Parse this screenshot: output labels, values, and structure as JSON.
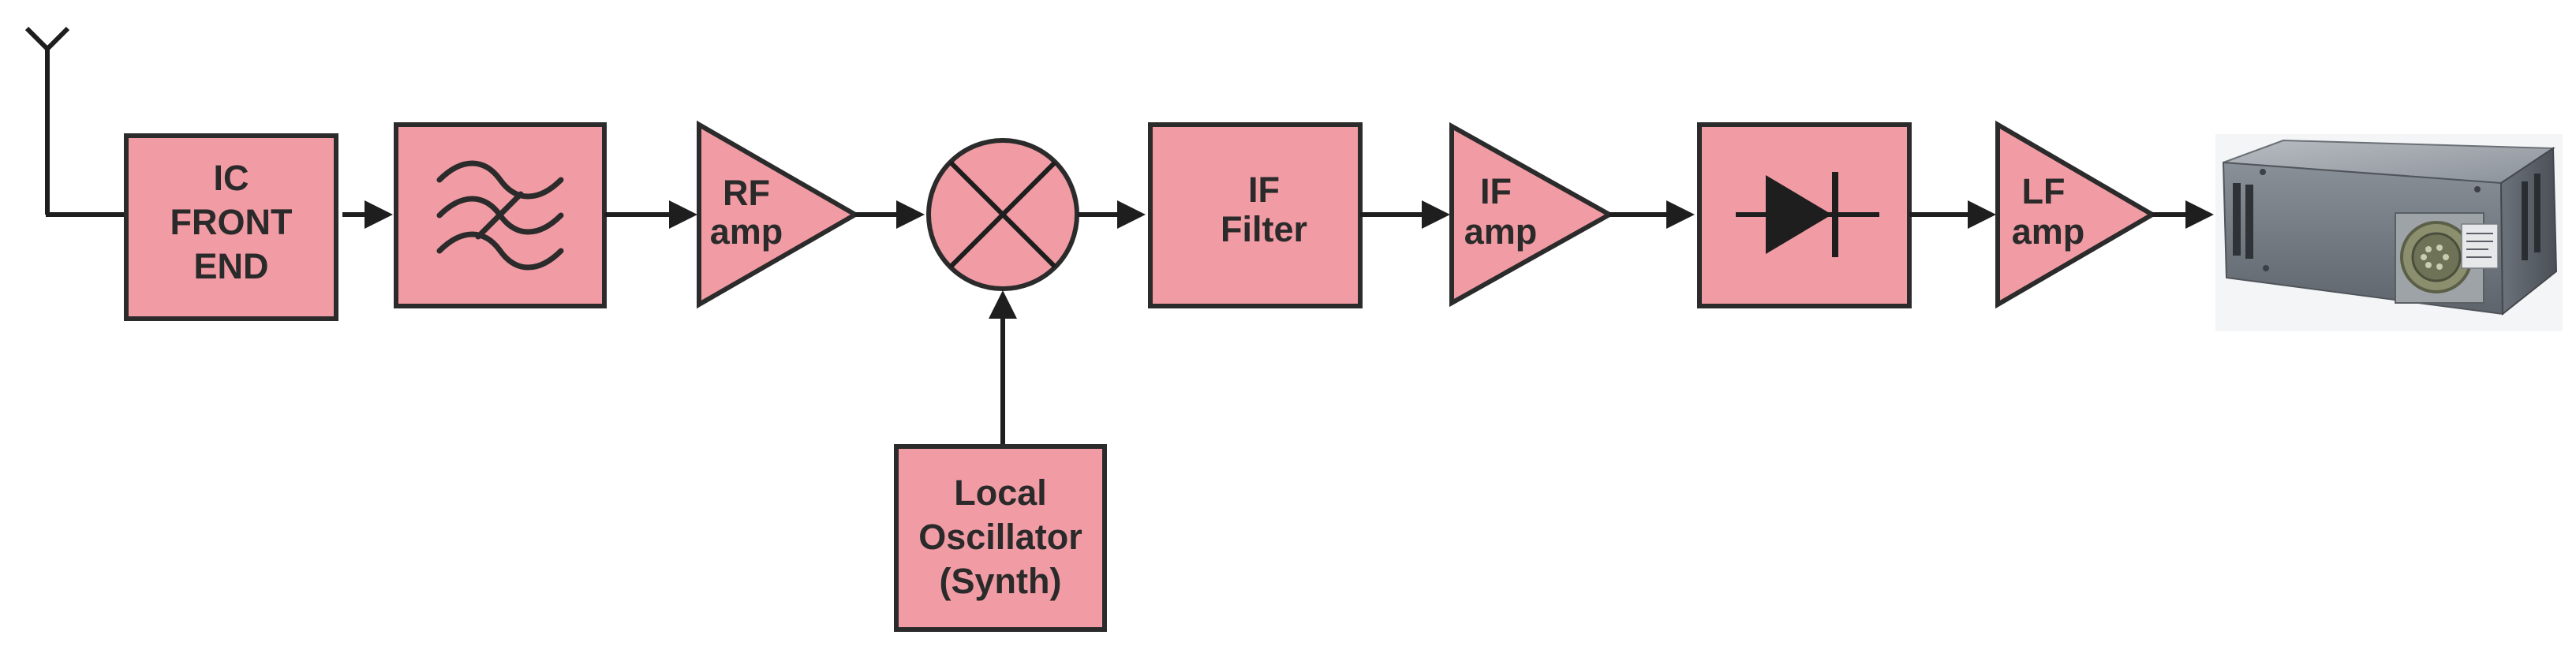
{
  "diagram": {
    "blocks": {
      "front_end": [
        "IC",
        "FRONT",
        "END"
      ],
      "bandpass_filter": [],
      "rf_amp": [
        "RF",
        "amp"
      ],
      "mixer": [],
      "if_filter": [
        "IF",
        "Filter"
      ],
      "if_amp": [
        "IF",
        "amp"
      ],
      "detector": [],
      "lf_amp": [
        "LF",
        "amp"
      ],
      "local_oscillator": [
        "Local",
        "Oscillator",
        "(Synth)"
      ]
    },
    "icons": {
      "antenna": "antenna-icon",
      "filter": "bandpass-filter-icon",
      "mixer": "mixer-icon",
      "detector": "diode-icon",
      "output": "receiver-box-icon"
    },
    "colors": {
      "block_fill": "#f19ca4",
      "outline": "#2b2b2b"
    }
  }
}
